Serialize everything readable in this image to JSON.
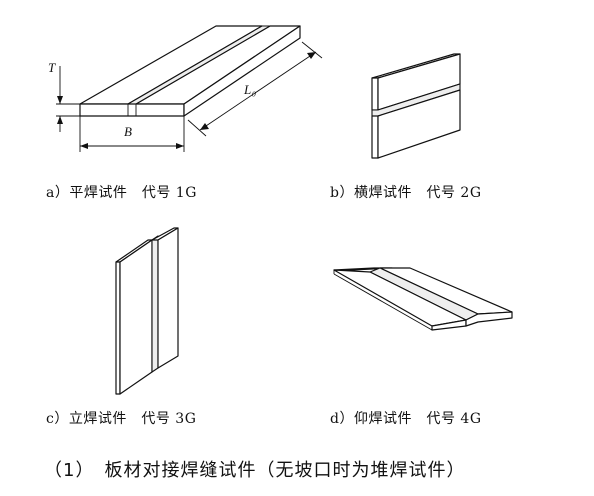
{
  "figures": {
    "a": {
      "label": "a）平焊试件　代号  1G",
      "dims": {
        "T": "T",
        "B": "B",
        "L": "L₀"
      }
    },
    "b": {
      "label": "b）横焊试件　代号  2G"
    },
    "c": {
      "label": "c）立焊试件　代号  3G"
    },
    "d": {
      "label": "d）仰焊试件　代号  4G"
    }
  },
  "caption": "（1）　板材对接焊缝试件（无坡口时为堆焊试件）"
}
